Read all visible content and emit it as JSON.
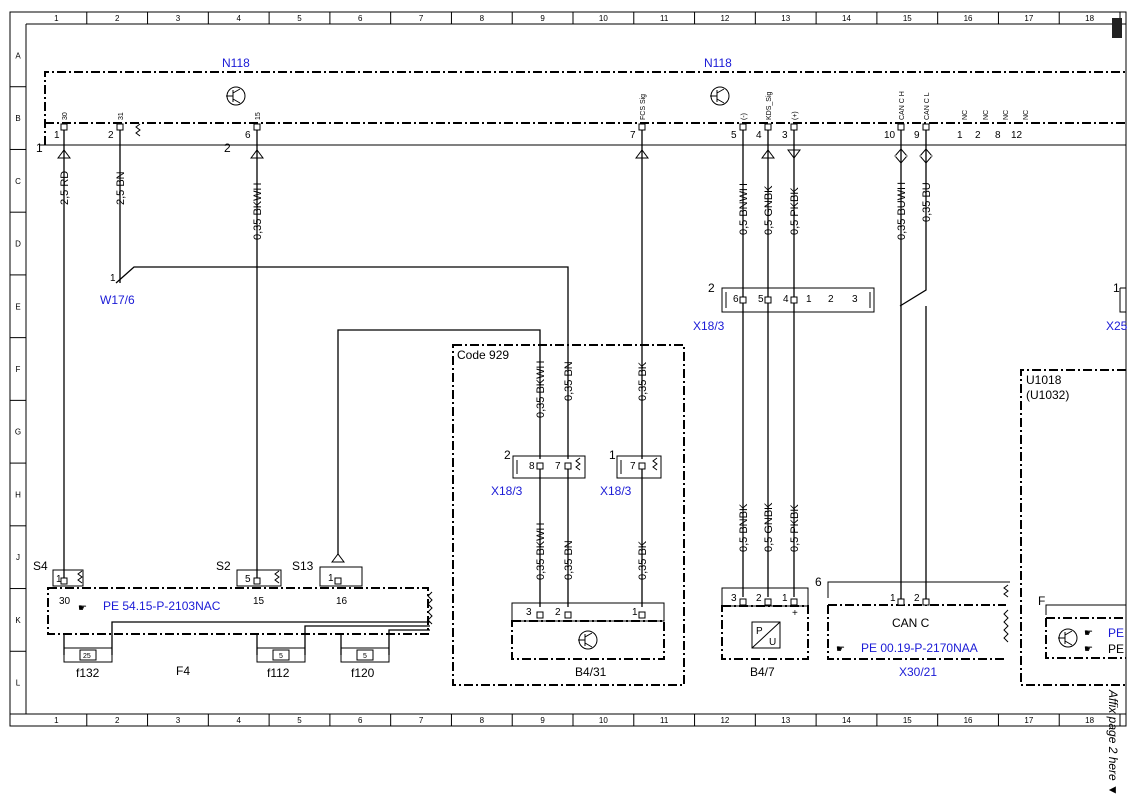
{
  "grid": {
    "columns": [
      "1",
      "2",
      "3",
      "4",
      "5",
      "6",
      "7",
      "8",
      "9",
      "10",
      "11",
      "12",
      "13",
      "14",
      "15",
      "16",
      "17",
      "18"
    ],
    "rows": [
      "A",
      "B",
      "C",
      "D",
      "E",
      "F",
      "G",
      "H",
      "J",
      "K",
      "L"
    ]
  },
  "components": {
    "n118_left": "N118",
    "n118_right": "N118",
    "w17_6": "W17/6",
    "x18_3_a": "X18/3",
    "x18_3_b": "X18/3",
    "x18_3_c": "X18/3",
    "x25": "X25",
    "x30_21": "X30/21",
    "b4_31": "B4/31",
    "b4_7": "B4/7",
    "f4": "F4",
    "f132": "f132",
    "f112": "f112",
    "f120": "f120",
    "s4": "S4",
    "s2": "S2",
    "s13": "S13",
    "u1018": "U1018",
    "u1032": "(U1032)",
    "code929": "Code 929",
    "can_c": "CAN C",
    "block_f": "F"
  },
  "pin_names": {
    "p30": "30",
    "p31": "31",
    "p15": "15",
    "fcs": "FCS Sig",
    "minus": "(-)",
    "kds": "KDS_Sig",
    "plus": "(+)",
    "canh": "CAN C H",
    "canl": "CAN C L",
    "nc": "NC"
  },
  "pin_numbers": {
    "n1": "1",
    "n2": "2",
    "n6": "6",
    "n7": "7",
    "n5": "5",
    "n4": "4",
    "n3": "3",
    "n10": "10",
    "n9": "9",
    "nc1": "1",
    "nc2": "2",
    "nc8": "8",
    "nc12": "12",
    "x6": "6",
    "x5": "5",
    "x4": "4",
    "x1": "1",
    "x2": "2",
    "x3": "3",
    "h8": "8",
    "h7": "7",
    "h7b": "7",
    "b3": "3",
    "b2": "2",
    "b1": "1",
    "c3": "3",
    "c2": "2",
    "c1": "1",
    "k1": "1",
    "k2": "2",
    "s4_1": "1",
    "s2_5": "5",
    "s13_1": "1",
    "f4_30": "30",
    "f4_15": "15",
    "f4_16": "16",
    "fuse25": "25",
    "fuse5a": "5",
    "fuse5b": "5",
    "c_plus": "+",
    "conn2_left": "2",
    "conn1_left": "1",
    "conn2_mid": "2",
    "conn1_mid": "1",
    "conn2_x18": "2",
    "conn1_x25": "1",
    "conn6": "6",
    "conn1_w17": "1"
  },
  "wires": {
    "w_25rd": "2,5 RD",
    "w_25bn": "2,5 BN",
    "w_035bkwh_top": "0,35 BKWH",
    "w_05bnwh": "0,5 BNWH",
    "w_05gnbk_top": "0,5 GNBK",
    "w_05pkbk_top": "0,5 PKBK",
    "w_035buwh": "0,35 BUWH",
    "w_035bu": "0,35 BU",
    "w_035bkwh_mid": "0,35 BKWH",
    "w_035bn_mid": "0,35 BN",
    "w_035bk_mid": "0,35 BK",
    "w_035bkwh_low": "0,35 BKWH",
    "w_035bn_low": "0,35 BN",
    "w_035bk_low": "0,35 BK",
    "w_05bnbk": "0,5 BNBK",
    "w_05gnbk_low": "0,5 GNBK",
    "w_05pkbk_low": "0,5 PKBK"
  },
  "references": {
    "pe_f4": "PE 54.15-P-2103NAC",
    "pe_can": "PE 00.19-P-2170NAA",
    "pe_f_1": "PE",
    "pe_f_2": "PE"
  },
  "side_note": "Affix page 2 here ▼",
  "colors": {
    "reference_blue": "#1a1ad6",
    "line": "#000000"
  }
}
